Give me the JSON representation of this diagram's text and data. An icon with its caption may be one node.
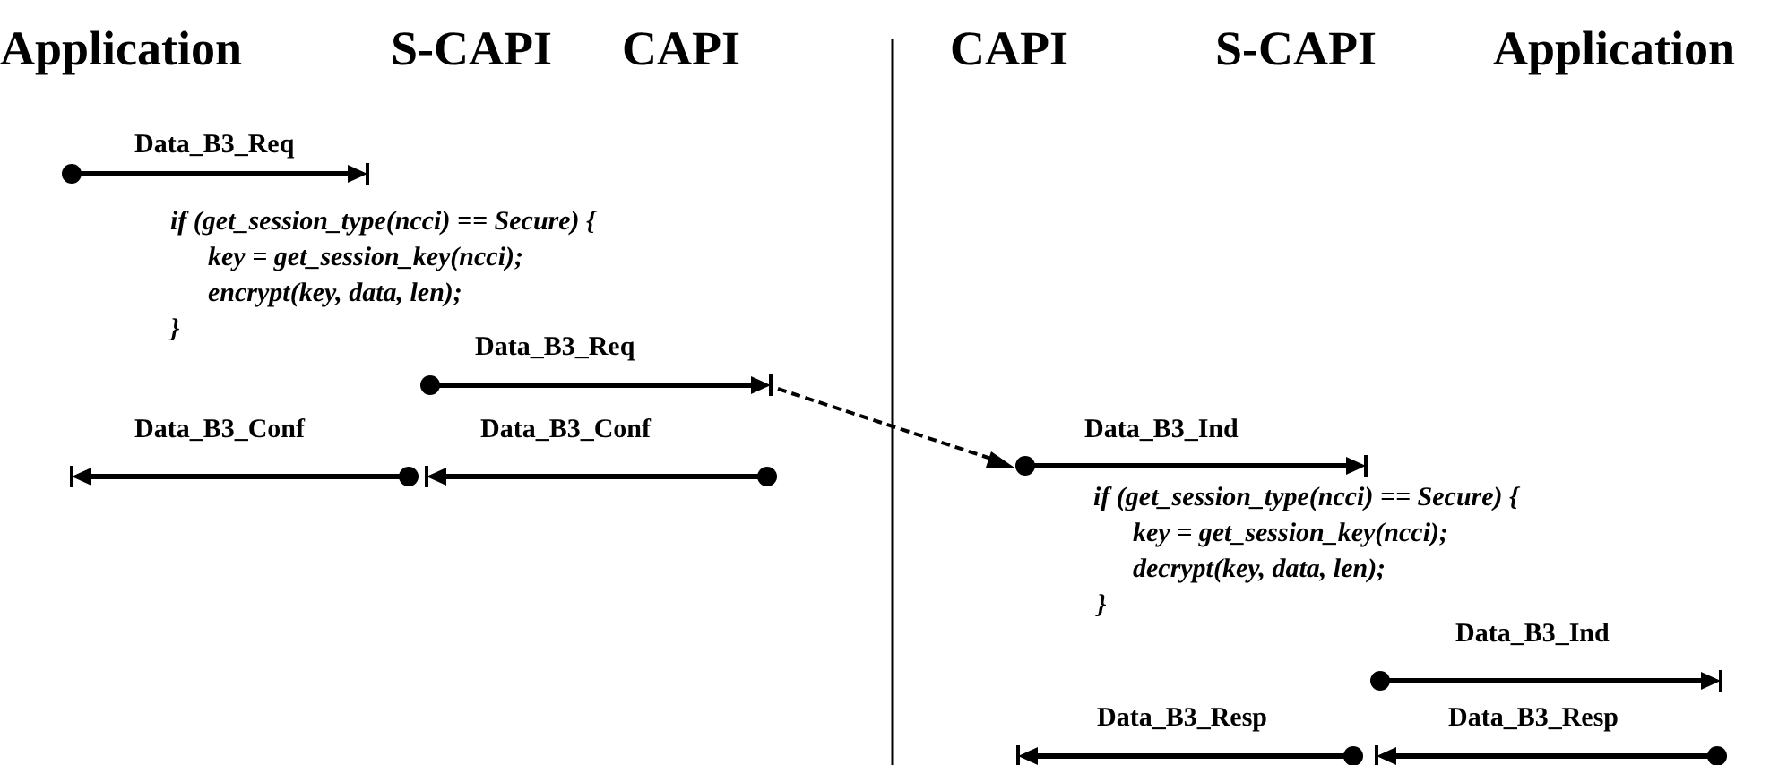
{
  "diagram": {
    "labels": [
      "Application",
      "S-CAPI",
      "CAPI",
      "CAPI",
      "S-CAPI",
      "Application",
      "Data_B3_Req",
      "if (get_session_type(ncci) == Secure) {",
      "key = get_session_key(ncci);",
      "encrypt(key, data, len);",
      "}",
      "Data_B3_Req",
      "Data_B3_Conf",
      "Data_B3_Conf",
      "Data_B3_Ind",
      "if (get_session_type(ncci) == Secure) {",
      "key = get_session_key(ncci);",
      "decrypt(key, data, len);",
      "}",
      "Data_B3_Ind",
      "Data_B3_Resp",
      "Data_B3_Resp"
    ]
  }
}
